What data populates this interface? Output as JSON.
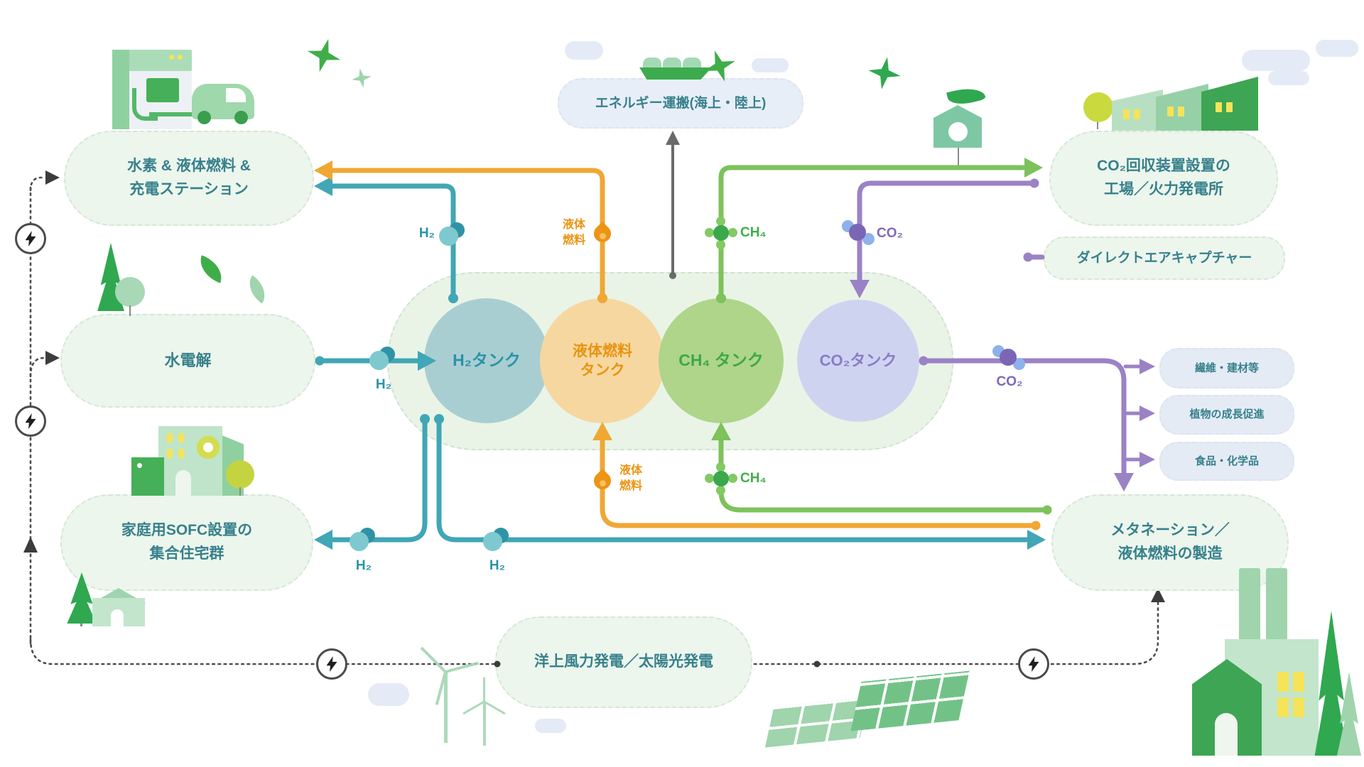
{
  "boxes": {
    "station": {
      "line1": "水素 & 液体燃料 &",
      "line2": "充電ステーション"
    },
    "electrolysis": {
      "label": "水電解"
    },
    "sofc": {
      "line1": "家庭用SOFC設置の",
      "line2": "集合住宅群"
    },
    "transport": {
      "label": "エネルギー運搬(海上・陸上)"
    },
    "co2_factory": {
      "line1": "CO₂回収装置設置の",
      "line2": "工場／火力発電所"
    },
    "dac": {
      "label": "ダイレクトエアキャプチャー"
    },
    "uses": [
      "繊維・建材等",
      "植物の成長促進",
      "食品・化学品"
    ],
    "methanation": {
      "line1": "メタネーション／",
      "line2": "液体燃料の製造"
    },
    "renewables": {
      "label": "洋上風力発電／太陽光発電"
    }
  },
  "tanks": {
    "h2": {
      "label": "H₂タンク"
    },
    "liquid": {
      "line1": "液体燃料",
      "line2": "タンク"
    },
    "ch4": {
      "label": "CH₄ タンク"
    },
    "co2": {
      "label": "CO₂タンク"
    }
  },
  "flows": {
    "h2": "H₂",
    "ch4": "CH₄",
    "co2": "CO₂",
    "liquid1": "液体",
    "liquid2": "燃料"
  },
  "colors": {
    "teal_line": "#41a6b5",
    "orange_line": "#f0a734",
    "green_line": "#7dc25b",
    "purple_line": "#9b82c5",
    "pill_green_bg": "#ecf6ec",
    "pill_blue_bg": "#e8eef8",
    "text_teal": "#37808c",
    "tank_h2": "#a9ced2",
    "tank_liquid": "#f6d7a0",
    "tank_ch4": "#aed58a",
    "tank_co2": "#ced4f0"
  }
}
